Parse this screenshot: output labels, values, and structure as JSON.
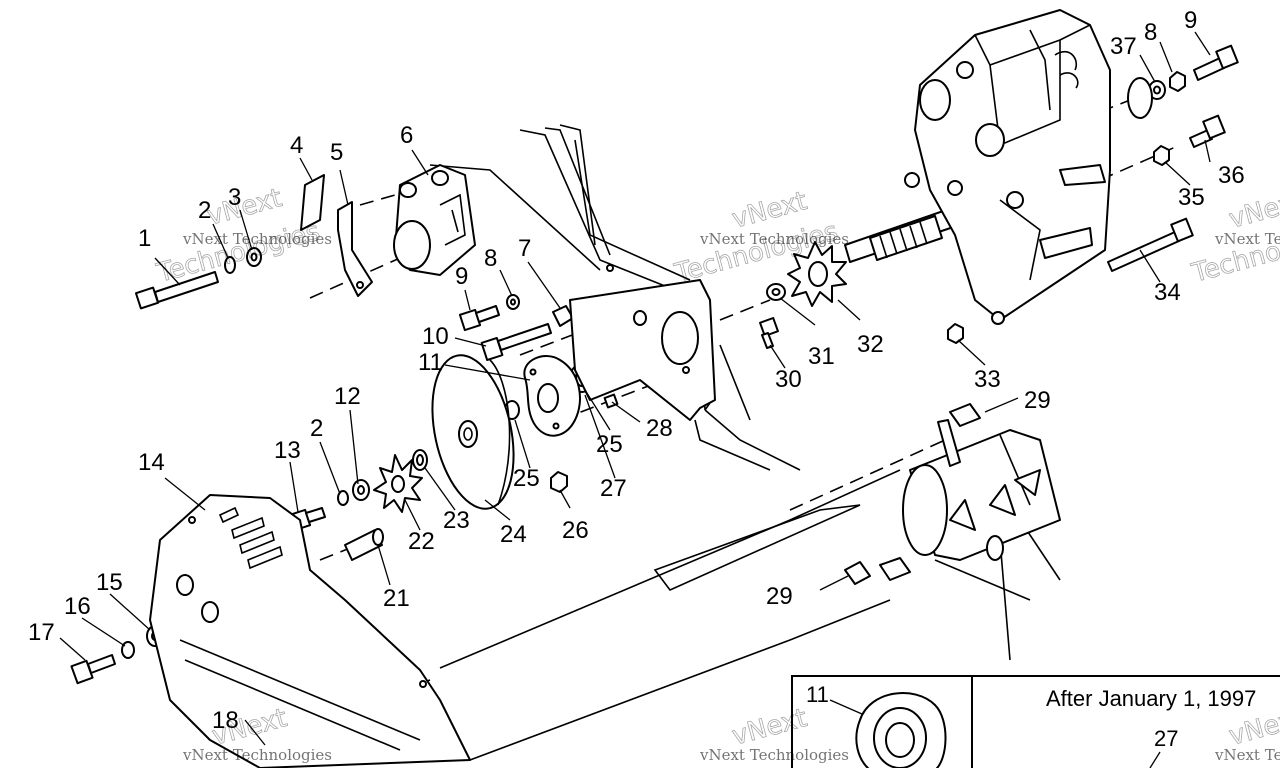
{
  "callouts": [
    {
      "id": "c1",
      "label": "1"
    },
    {
      "id": "c2a",
      "label": "2"
    },
    {
      "id": "c3",
      "label": "3"
    },
    {
      "id": "c4",
      "label": "4"
    },
    {
      "id": "c5",
      "label": "5"
    },
    {
      "id": "c6",
      "label": "6"
    },
    {
      "id": "c7",
      "label": "7"
    },
    {
      "id": "c8a",
      "label": "8"
    },
    {
      "id": "c9a",
      "label": "9"
    },
    {
      "id": "c10",
      "label": "10"
    },
    {
      "id": "c11a",
      "label": "11"
    },
    {
      "id": "c12",
      "label": "12"
    },
    {
      "id": "c13",
      "label": "13"
    },
    {
      "id": "c2b",
      "label": "2"
    },
    {
      "id": "c14",
      "label": "14"
    },
    {
      "id": "c15",
      "label": "15"
    },
    {
      "id": "c16",
      "label": "16"
    },
    {
      "id": "c17",
      "label": "17"
    },
    {
      "id": "c18",
      "label": "18"
    },
    {
      "id": "c21",
      "label": "21"
    },
    {
      "id": "c22",
      "label": "22"
    },
    {
      "id": "c23",
      "label": "23"
    },
    {
      "id": "c24",
      "label": "24"
    },
    {
      "id": "c25a",
      "label": "25"
    },
    {
      "id": "c25b",
      "label": "25"
    },
    {
      "id": "c26",
      "label": "26"
    },
    {
      "id": "c27a",
      "label": "27"
    },
    {
      "id": "c28",
      "label": "28"
    },
    {
      "id": "c29a",
      "label": "29"
    },
    {
      "id": "c29b",
      "label": "29"
    },
    {
      "id": "c30",
      "label": "30"
    },
    {
      "id": "c31",
      "label": "31"
    },
    {
      "id": "c32",
      "label": "32"
    },
    {
      "id": "c33",
      "label": "33"
    },
    {
      "id": "c34",
      "label": "34"
    },
    {
      "id": "c35",
      "label": "35"
    },
    {
      "id": "c36",
      "label": "36"
    },
    {
      "id": "c37",
      "label": "37"
    },
    {
      "id": "c8b",
      "label": "8"
    },
    {
      "id": "c9b",
      "label": "9"
    }
  ],
  "inset": {
    "part_label": "11",
    "note": "After January 1, 1997",
    "part_label_2": "27"
  },
  "watermark": {
    "company": "vNext Technologies",
    "short": "vNext",
    "word": "Technologies"
  }
}
